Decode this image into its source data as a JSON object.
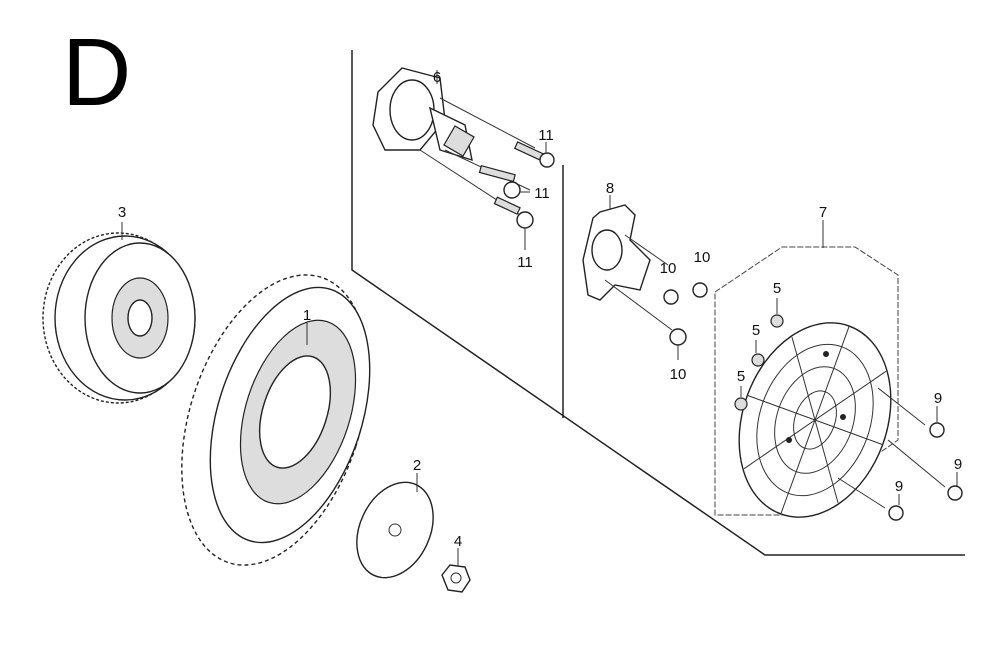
{
  "section_letter": "D",
  "callouts": [
    {
      "id": "label-6",
      "text": "6"
    },
    {
      "id": "label-11a",
      "text": "11"
    },
    {
      "id": "label-11b",
      "text": "11"
    },
    {
      "id": "label-11c",
      "text": "11"
    },
    {
      "id": "label-8",
      "text": "8"
    },
    {
      "id": "label-10a",
      "text": "10"
    },
    {
      "id": "label-10b",
      "text": "10"
    },
    {
      "id": "label-10c",
      "text": "10"
    },
    {
      "id": "label-7",
      "text": "7"
    },
    {
      "id": "label-5a",
      "text": "5"
    },
    {
      "id": "label-5b",
      "text": "5"
    },
    {
      "id": "label-5c",
      "text": "5"
    },
    {
      "id": "label-9a",
      "text": "9"
    },
    {
      "id": "label-9b",
      "text": "9"
    },
    {
      "id": "label-9c",
      "text": "9"
    },
    {
      "id": "label-3",
      "text": "3"
    },
    {
      "id": "label-1",
      "text": "1"
    },
    {
      "id": "label-2",
      "text": "2"
    },
    {
      "id": "label-4",
      "text": "4"
    }
  ]
}
